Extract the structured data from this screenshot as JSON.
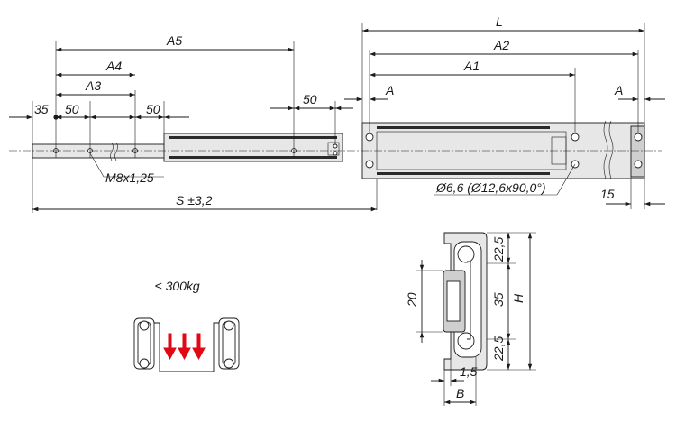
{
  "diagram": {
    "dimensions": {
      "L": "L",
      "A2": "A2",
      "A1": "A1",
      "A_left": "A",
      "A_right": "A",
      "A5": "A5",
      "A4": "A4",
      "A3": "A3",
      "d35": "35",
      "d50a": "50",
      "d50b": "50",
      "d50c": "50",
      "thread": "M8x1,25",
      "stroke": "S ±3,2",
      "hole_spec": "Ø6,6 (Ø12,6x90,0°)",
      "d15": "15",
      "load": "≤ 300kg",
      "h22_top": "22,5",
      "h35": "35",
      "h22_bot": "22,5",
      "H": "H",
      "d20": "20",
      "d1_5": "1,5",
      "B": "B"
    },
    "colors": {
      "line": "#1a1a1a",
      "rail_fill": "#e7e7e7",
      "load_arrows": "#e30613"
    }
  }
}
